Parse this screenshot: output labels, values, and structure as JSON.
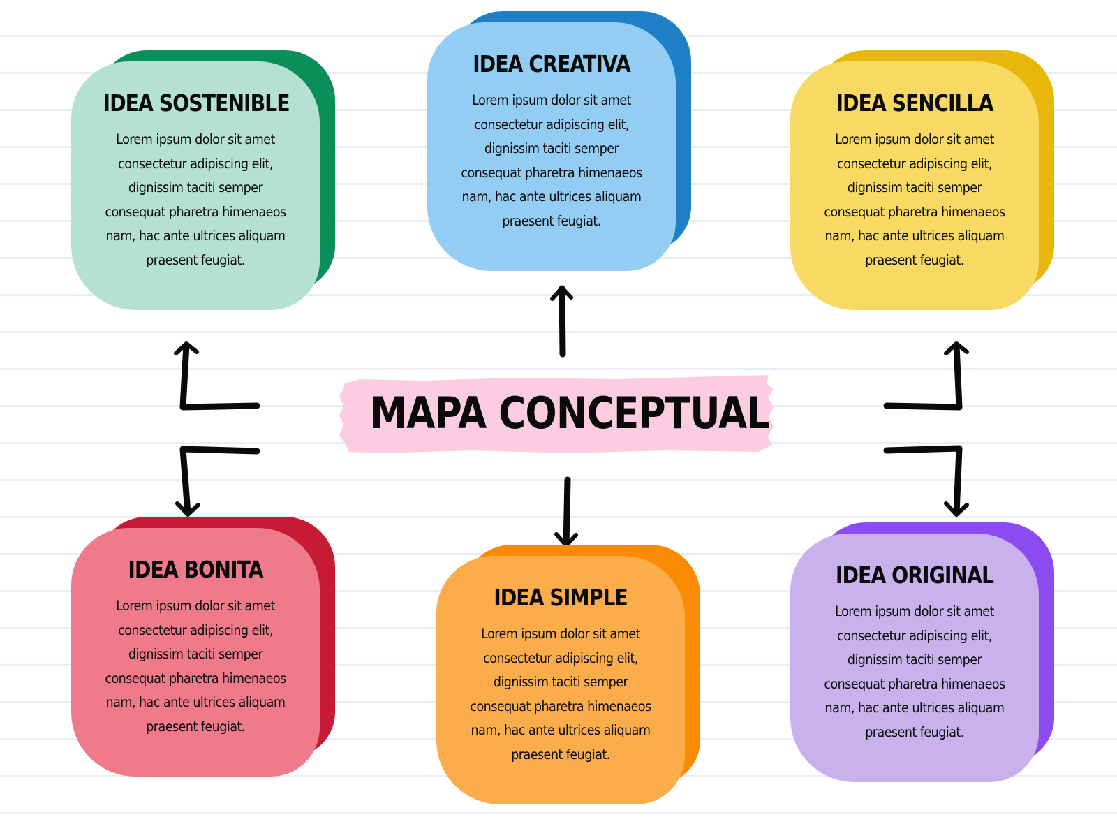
{
  "center": {
    "title": "MAPA CONCEPTUAL",
    "color": "#fccde1"
  },
  "cards": [
    {
      "id": "sostenible",
      "title": "IDEA SOSTENIBLE",
      "lines": [
        "Lorem ipsum dolor sit amet",
        "consectetur adipiscing elit,",
        "dignissim taciti semper",
        "consequat pharetra himenaeos",
        "nam, hac ante ultrices aliquam",
        "praesent feugiat."
      ],
      "color": "#b5e1d2",
      "accent": "#0b8f5a"
    },
    {
      "id": "creativa",
      "title": "IDEA CREATIVA",
      "lines": [
        "Lorem ipsum dolor sit amet",
        "consectetur adipiscing elit,",
        "dignissim taciti semper",
        "consequat pharetra himenaeos",
        "nam, hac ante ultrices aliquam",
        "praesent feugiat."
      ],
      "color": "#93cdf4",
      "accent": "#1e7fc6"
    },
    {
      "id": "sencilla",
      "title": "IDEA SENCILLA",
      "lines": [
        "Lorem ipsum dolor sit amet",
        "consectetur adipiscing elit,",
        "dignissim taciti semper",
        "consequat pharetra himenaeos",
        "nam, hac ante ultrices aliquam",
        "praesent feugiat."
      ],
      "color": "#f8d964",
      "accent": "#e8b70b"
    },
    {
      "id": "bonita",
      "title": "IDEA BONITA",
      "lines": [
        "Lorem ipsum dolor sit amet",
        "consectetur adipiscing elit,",
        "dignissim taciti semper",
        "consequat pharetra himenaeos",
        "nam, hac ante ultrices aliquam",
        "praesent feugiat."
      ],
      "color": "#ee7a8a",
      "accent": "#c71a34"
    },
    {
      "id": "simple",
      "title": "IDEA SIMPLE",
      "lines": [
        "Lorem ipsum dolor sit amet",
        "consectetur adipiscing elit,",
        "dignissim taciti semper",
        "consequat pharetra himenaeos",
        "nam, hac ante ultrices aliquam",
        "praesent feugiat."
      ],
      "color": "#fbac4b",
      "accent": "#fb8b05"
    },
    {
      "id": "original",
      "title": "IDEA ORIGINAL",
      "lines": [
        "Lorem ipsum dolor sit amet",
        "consectetur adipiscing elit,",
        "dignissim taciti semper",
        "consequat pharetra himenaeos",
        "nam, hac ante ultrices aliquam",
        "praesent feugiat."
      ],
      "color": "#c8b1ec",
      "accent": "#8b4bf0"
    }
  ],
  "arrows": [
    {
      "from": "mapa-conceptual",
      "to": "idea-creativa"
    },
    {
      "from": "mapa-conceptual",
      "to": "idea-simple"
    },
    {
      "from": "mapa-conceptual",
      "to": "idea-sostenible"
    },
    {
      "from": "mapa-conceptual",
      "to": "idea-bonita"
    },
    {
      "from": "mapa-conceptual",
      "to": "idea-sencilla"
    },
    {
      "from": "mapa-conceptual",
      "to": "idea-original"
    }
  ]
}
